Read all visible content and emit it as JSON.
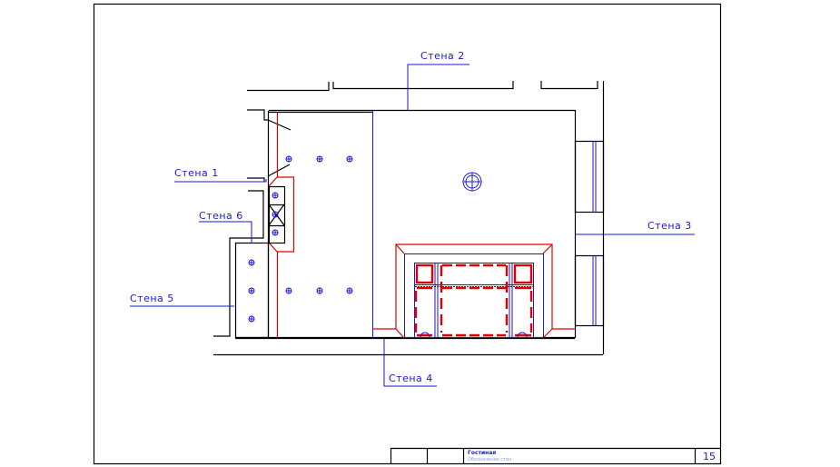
{
  "drawing": {
    "wall_labels": {
      "wall1": "Стена 1",
      "wall2": "Стена 2",
      "wall3": "Стена 3",
      "wall4": "Стена 4",
      "wall5": "Стена 5",
      "wall6": "Стена 6"
    }
  },
  "title_block": {
    "title": "Гостиная",
    "subtitle": "Обозначение стен",
    "sheet_number": "15"
  },
  "colors": {
    "annotation": "#1a1ad0",
    "highlight": "#e00000",
    "lines": "#000000"
  }
}
